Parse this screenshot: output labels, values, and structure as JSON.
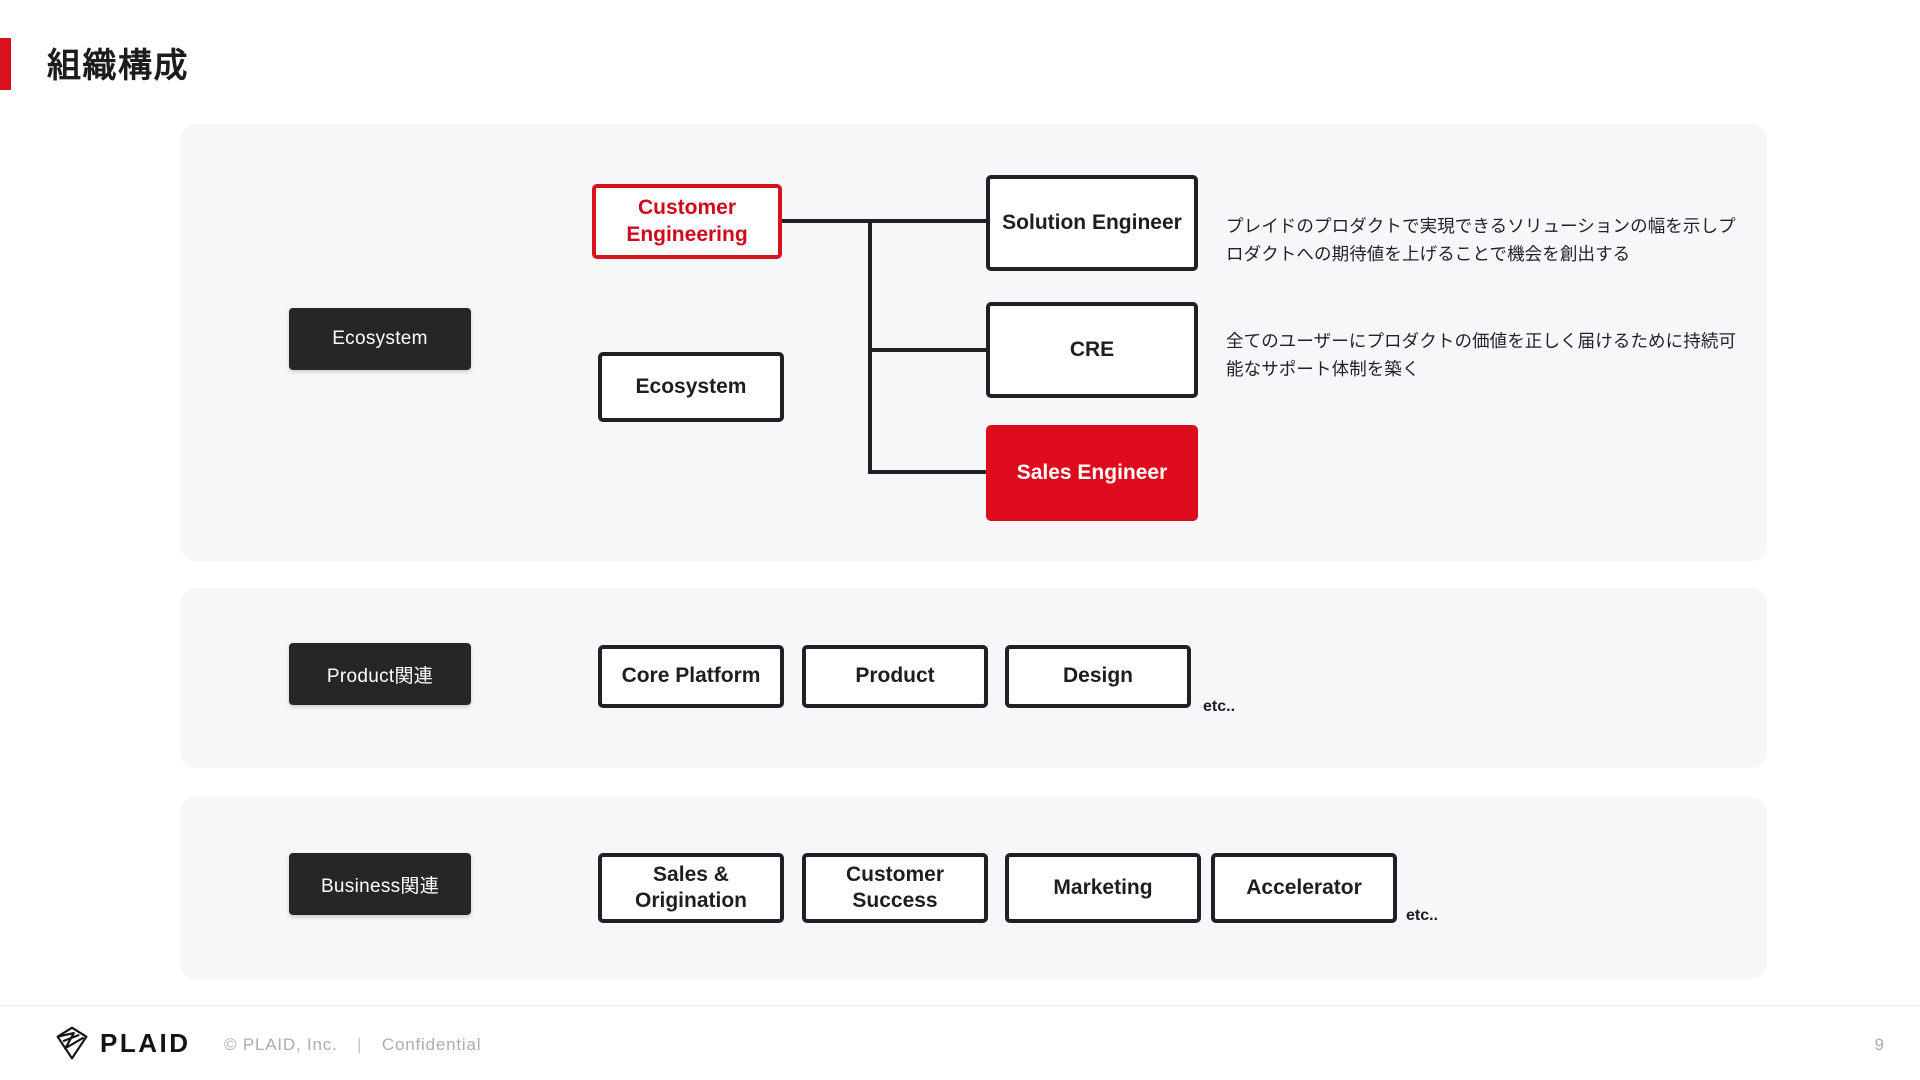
{
  "slide": {
    "title": "組織構成",
    "accent_color": "#d8111f",
    "panel_bg": "#f5f7f9",
    "page_number": "9"
  },
  "sections": [
    {
      "id": "ecosystem",
      "chip_label": "Ecosystem",
      "parent_box": {
        "label": "Customer Engineering",
        "style": "red-outline"
      },
      "sibling_box": {
        "label": "Ecosystem",
        "style": "outline"
      },
      "children": [
        {
          "label": "Solution Engineer",
          "style": "outline",
          "description": "プレイドのプロダクトで実現できるソリューションの幅を示しプロダクトへの期待値を上げることで機会を創出する"
        },
        {
          "label": "CRE",
          "style": "outline",
          "description": "全てのユーザーにプロダクトの価値を正しく届けるために持続可能なサポート体制を築く"
        },
        {
          "label": "Sales Engineer",
          "style": "red-fill",
          "description": ""
        }
      ]
    },
    {
      "id": "product",
      "chip_label": "Product関連",
      "boxes": [
        {
          "label": "Core Platform"
        },
        {
          "label": "Product"
        },
        {
          "label": "Design"
        }
      ],
      "etc_label": "etc.."
    },
    {
      "id": "business",
      "chip_label": "Business関連",
      "boxes": [
        {
          "label": "Sales & Origination"
        },
        {
          "label": "Customer Success"
        },
        {
          "label": "Marketing"
        },
        {
          "label": "Accelerator"
        }
      ],
      "etc_label": "etc.."
    }
  ],
  "footer": {
    "logo_text": "PLAID",
    "copyright": "© PLAID, Inc.",
    "separator": "|",
    "confidential": "Confidential"
  }
}
